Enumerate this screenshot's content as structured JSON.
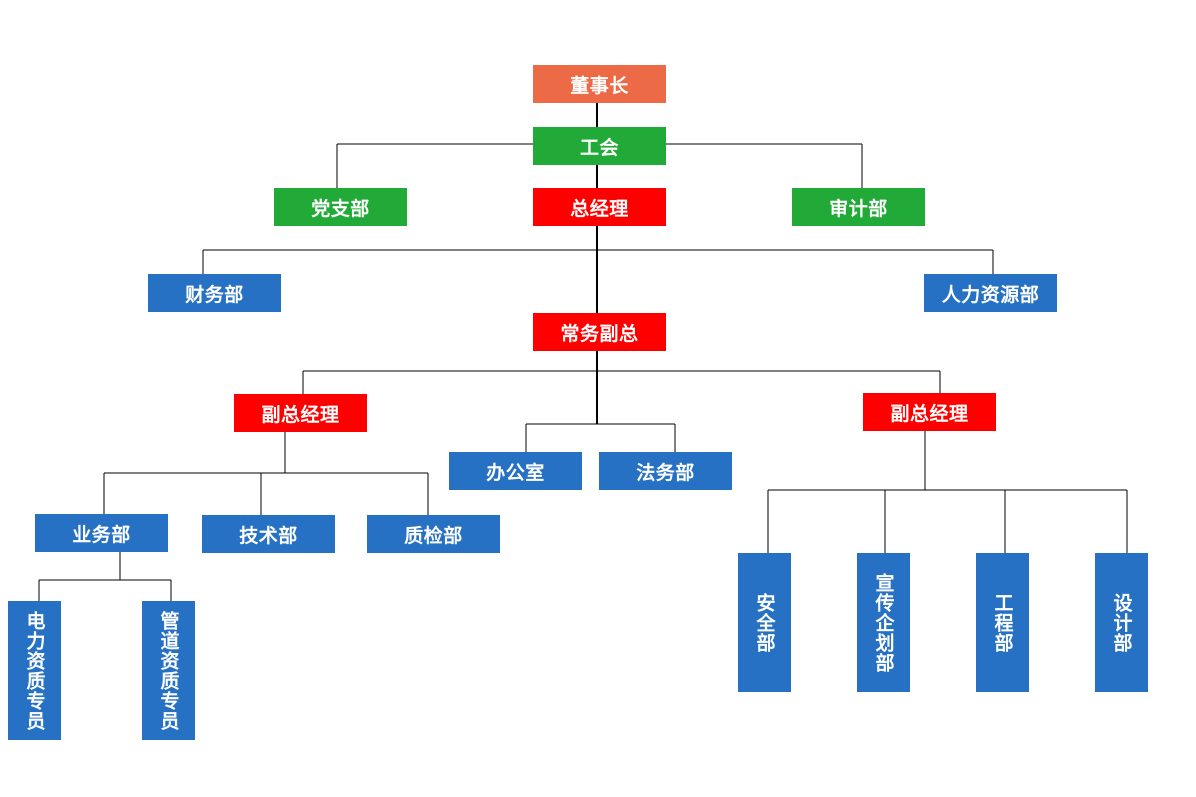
{
  "colors": {
    "orange": "#EC6A45",
    "green": "#22AA38",
    "red": "#FF0000",
    "blue": "#2671C3"
  },
  "nodes": {
    "chairman": "董事长",
    "union": "工会",
    "party_branch": "党支部",
    "general_manager": "总经理",
    "audit": "审计部",
    "finance": "财务部",
    "hr": "人力资源部",
    "executive_vp": "常务副总",
    "vp_left": "副总经理",
    "office": "办公室",
    "legal": "法务部",
    "vp_right": "副总经理",
    "business": "业务部",
    "technology": "技术部",
    "quality": "质检部",
    "power_spec": "电力资质专员",
    "pipeline_spec": "管道资质专员",
    "safety": "安全部",
    "publicity": "宣传企划部",
    "engineering": "工程部",
    "design": "设计部"
  }
}
